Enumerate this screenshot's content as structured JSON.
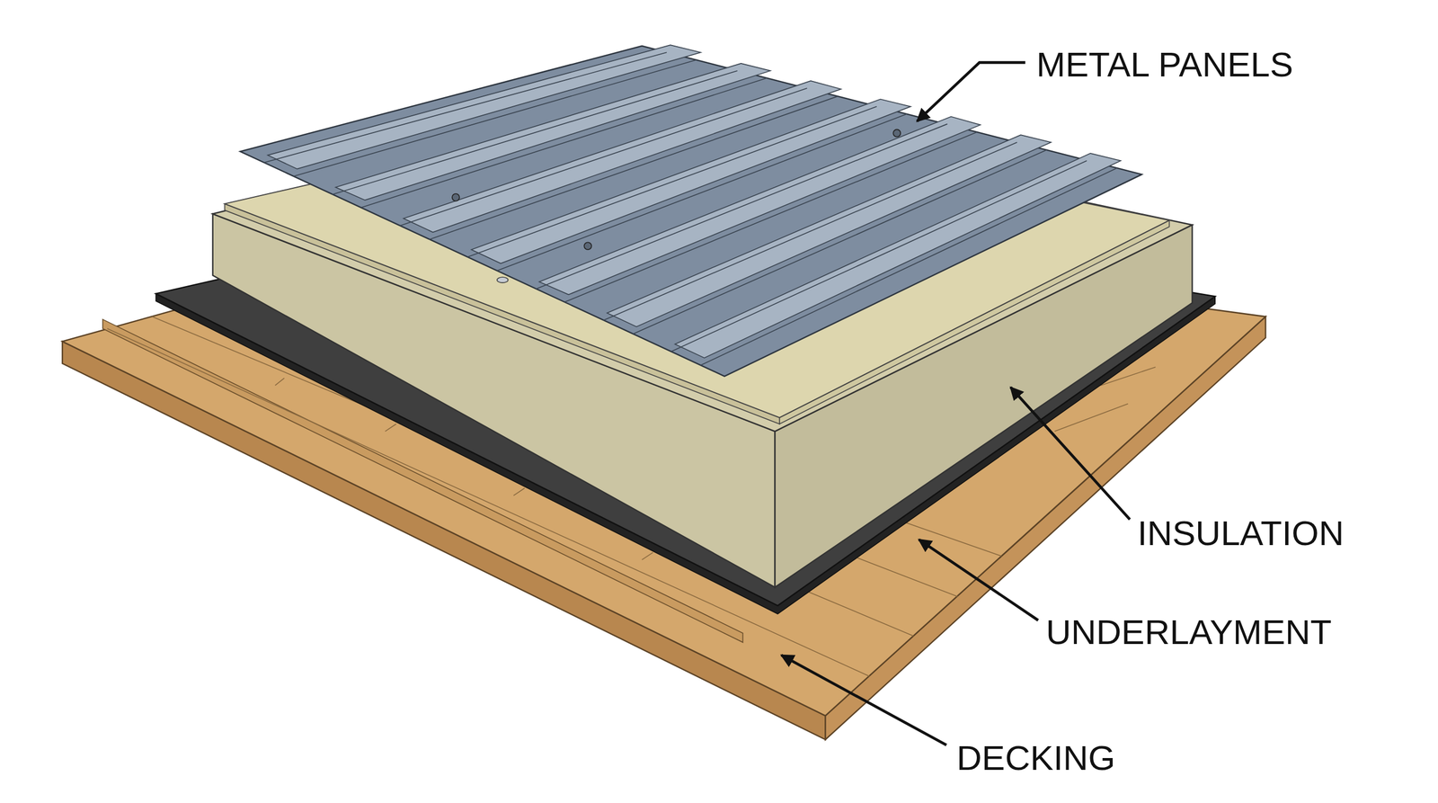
{
  "diagram": {
    "labels": [
      "METAL PANELS",
      "INSULATION",
      "UNDERLAYMENT",
      "DECKING"
    ]
  }
}
